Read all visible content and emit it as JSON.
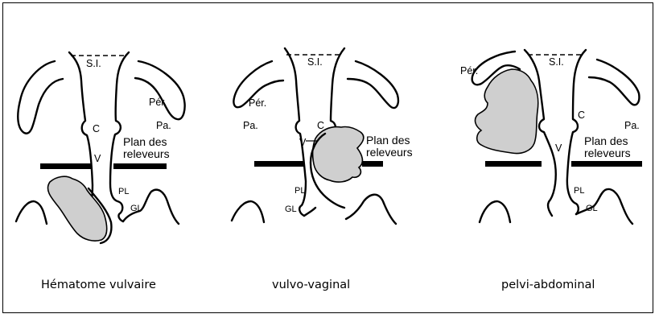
{
  "panels": [
    {
      "caption": "Hématome vulvaire",
      "labels": {
        "si": "S.I.",
        "per": "Pér.",
        "pa": "Pa.",
        "c": "C",
        "v": "V",
        "plan1": "Plan des",
        "plan2": "releveurs",
        "pl": "PL",
        "gl": "GL"
      }
    },
    {
      "caption": "vulvo-vaginal",
      "labels": {
        "si": "S.I.",
        "per": "Pér.",
        "pa": "Pa.",
        "c": "C",
        "v": "V",
        "plan1": "Plan des",
        "plan2": "releveurs",
        "pl": "PL",
        "gl": "GL"
      }
    },
    {
      "caption": "pelvi-abdominal",
      "labels": {
        "si": "S.I.",
        "per": "Pér.",
        "pa": "Pa.",
        "c": "C",
        "v": "V",
        "plan1": "Plan des",
        "plan2": "releveurs",
        "pl": "PL",
        "gl": "GL"
      }
    }
  ],
  "colors": {
    "hematoma_fill": "#cfcfcf",
    "line": "#000000",
    "background": "#ffffff"
  }
}
